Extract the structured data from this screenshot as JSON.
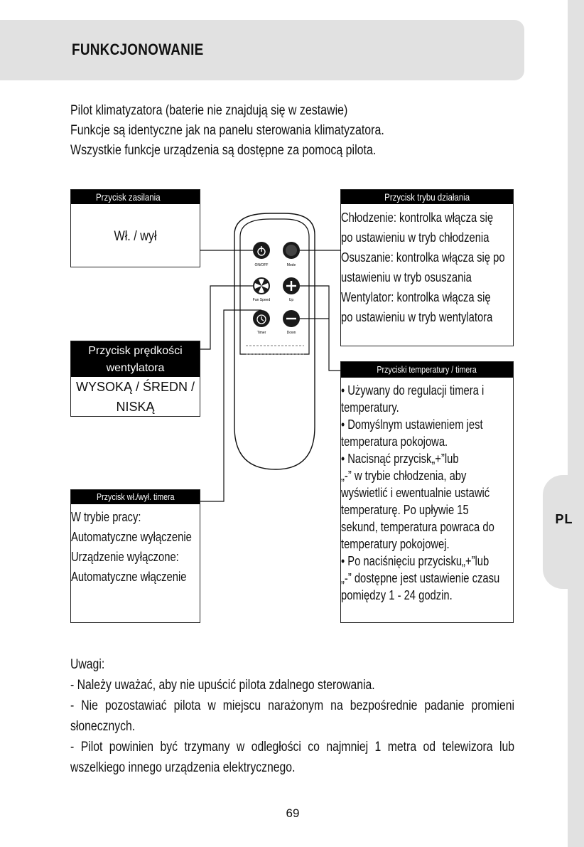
{
  "side_tab": {
    "label": "PL"
  },
  "header": {
    "title": "FUNKCJONOWANIE"
  },
  "intro": [
    "Pilot klimatyzatora (baterie nie znajdują się w zestawie)",
    "Funkcje są identyczne jak na panelu sterowania klimatyzatora.",
    "Wszystkie funkcje urządzenia są dostępne za pomocą pilota."
  ],
  "boxes": {
    "power": {
      "title": "Przycisk zasilania",
      "body": "Wł. / wył"
    },
    "mode": {
      "title": "Przycisk trybu działania",
      "lines": [
        "Chłodzenie: kontrolka włącza się",
        "po ustawieniu w tryb chłodzenia",
        "Osuszanie: kontrolka włącza się po",
        "ustawieniu w tryb osuszania",
        "Wentylator: kontrolka włącza się",
        "po ustawieniu w tryb wentylatora"
      ]
    },
    "fan": {
      "title_lines": [
        "Przycisk prędkości",
        "wentylatora"
      ],
      "body_lines": [
        "WYSOKĄ / ŚREDN /",
        "NISKĄ"
      ]
    },
    "temp": {
      "title": "Przyciski temperatury / timera",
      "lines": [
        "• Używany do regulacji timera i",
        "temperatury.",
        "• Domyślnym ustawieniem jest",
        "temperatura pokojowa.",
        "• Nacisnąć przycisk„+”lub",
        "„-” w trybie chłodzenia, aby",
        "wyświetlić i ewentualnie ustawić",
        "temperaturę. Po upływie 15",
        "sekund, temperatura powraca do",
        "temperatury pokojowej.",
        "• Po naciśnięciu przycisku„+”lub",
        "„-” dostępne jest ustawienie czasu",
        "pomiędzy 1 - 24 godzin."
      ]
    },
    "timer": {
      "title": "Przycisk wł./wył. timera",
      "lines": [
        "W trybie pracy:",
        "Automatyczne wyłączenie",
        "Urządzenie wyłączone:",
        "Automatyczne włączenie"
      ]
    }
  },
  "remote": {
    "button_labels": {
      "onoff": "ON/OFF",
      "mode": "Mode",
      "fan_speed": "Fan Speed",
      "up": "Up",
      "timer": "Timer",
      "down": "Down"
    }
  },
  "notes": {
    "heading": "Uwagi:",
    "items": [
      "- Należy uważać, aby nie upuścić pilota zdalnego sterowania.",
      "- Nie pozostawiać pilota w miejscu narażonym na bezpośrednie padanie promieni",
      "słonecznych.",
      "- Pilot powinien być trzymany w odległości co najmniej 1 metra od telewizora lub",
      "wszelkiego innego urządzenia elektrycznego."
    ]
  },
  "page_number": "69"
}
